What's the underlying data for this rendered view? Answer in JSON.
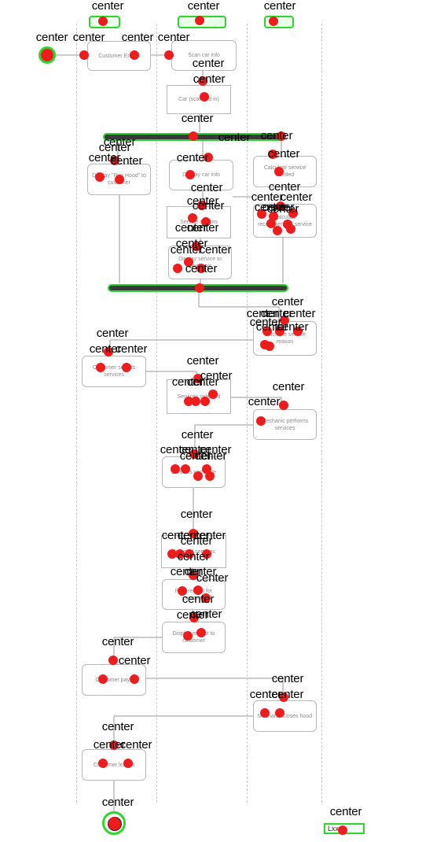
{
  "diagram": {
    "lane_titles": [
      "",
      "",
      ""
    ],
    "marker_text": "center",
    "legend_text": "Lxx",
    "nodes": {
      "customer_enters": "Customer Enters",
      "scan_car_info": "Scan car info",
      "car_scanned": "Car (scanned in)",
      "display_pop_hood": "Display \"Pop Hood\" to customer",
      "display_car_info": "Display car info",
      "calculate_service": "Calculate service needed",
      "service_options": "Service options",
      "display_service": "Display service to mechanic",
      "calc_recommended": "Calculate recommended service",
      "calc_service_reason": "Calculate service reason",
      "customer_selects": "Customer selects services",
      "services_selected": "Services selected",
      "mechanic_performs": "Mechanic performs services",
      "services_complete": "Services complete",
      "selected_services": "Selected services",
      "print_receipt": "Print receipt for customer",
      "display_receipt": "Display receipt to customer",
      "customer_pays": "Customer pays",
      "mechanic_closes_hood": "Mechanic closes hood",
      "customer_leaves": "Customer leaves"
    }
  }
}
